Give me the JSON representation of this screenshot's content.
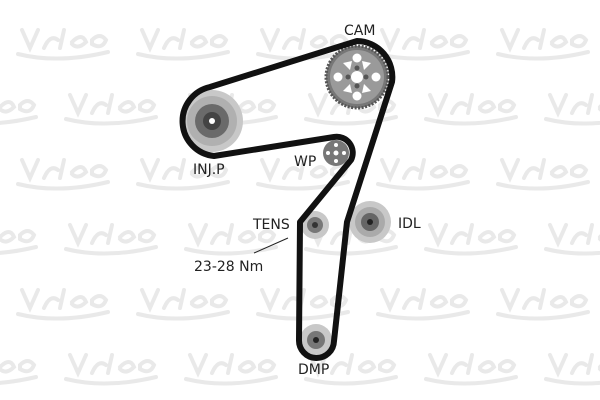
{
  "watermark": {
    "text": "Valeo",
    "color": "#e9e9e9"
  },
  "labels": {
    "cam": "CAM",
    "injection_pump": "INJ.P",
    "water_pump": "WP",
    "tensioner": "TENS",
    "idler": "IDL",
    "damper": "DMP",
    "torque": "23-28 Nm"
  },
  "colors": {
    "belt": "#111111",
    "pulley": "#bdbdbd",
    "pulley_dark": "#555555"
  }
}
